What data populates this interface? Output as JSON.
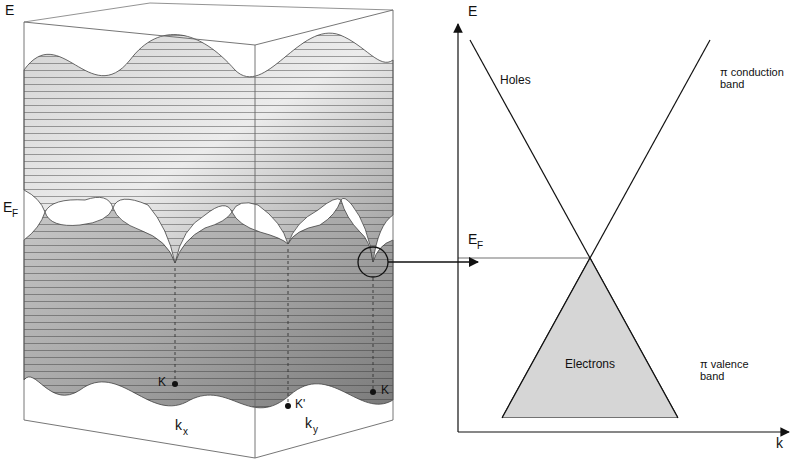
{
  "diagram": {
    "nodes": [
      {
        "text": [
          "Electrons"
        ]
      }
    ],
    "labels": [
      "E",
      "E",
      "F",
      "K",
      "K'",
      "K",
      "k",
      "x",
      "k",
      "y",
      "E",
      "Holes",
      "π conduction band",
      "E",
      "F",
      "π valence band",
      "k"
    ]
  }
}
